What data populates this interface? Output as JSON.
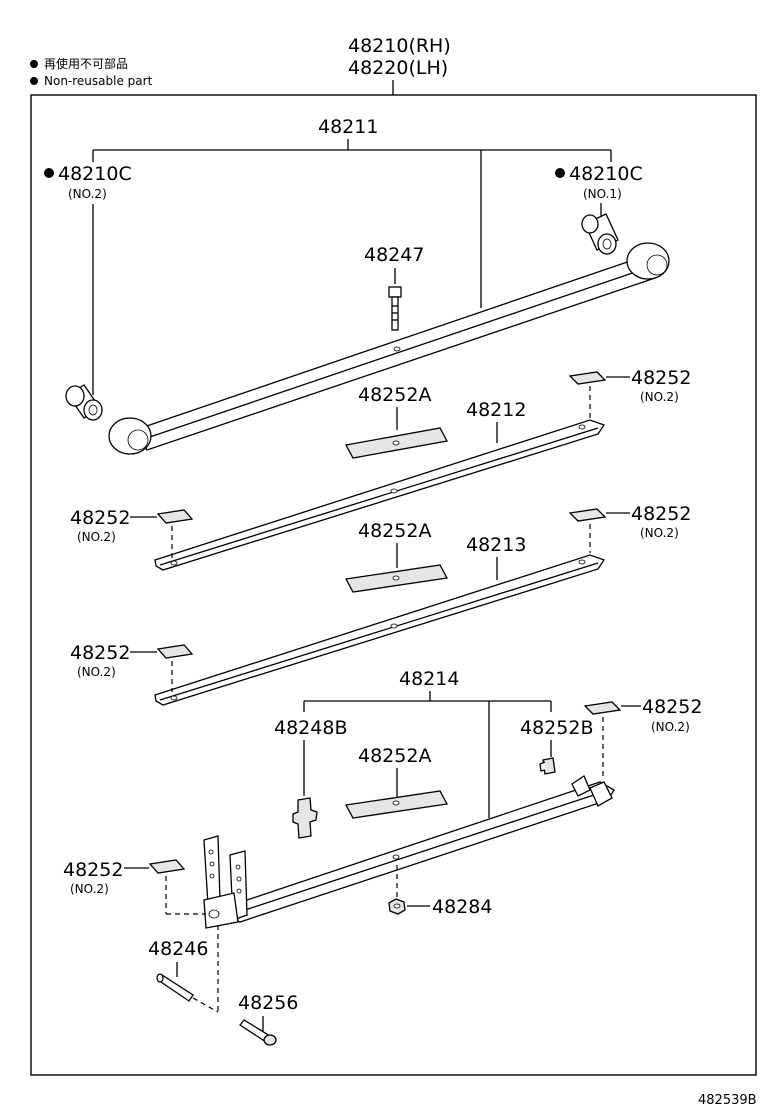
{
  "legend": {
    "item_jp": "再使用不可部品",
    "item_en": "Non-reusable part"
  },
  "assembly": {
    "rh": "48210(RH)",
    "lh": "48220(LH)"
  },
  "labels": {
    "spring_no1": "48211",
    "bushing_left": "48210C",
    "bushing_left_sub": "(NO.2)",
    "bushing_right": "48210C",
    "bushing_right_sub": "(NO.1)",
    "center_bolt": "48247",
    "liner_1": "48252A",
    "leaf_2": "48212",
    "pad_r1": "48252",
    "pad_r1_sub": "(NO.2)",
    "pad_l1": "48252",
    "pad_l1_sub": "(NO.2)",
    "liner_2": "48252A",
    "leaf_3": "48213",
    "pad_r2": "48252",
    "pad_r2_sub": "(NO.2)",
    "pad_l2": "48252",
    "pad_l2_sub": "(NO.2)",
    "leaf_4": "48214",
    "clip": "48248B",
    "clip_pad": "48252B",
    "liner_3": "48252A",
    "pad_r3": "48252",
    "pad_r3_sub": "(NO.2)",
    "pad_l3": "48252",
    "pad_l3_sub": "(NO.2)",
    "nut": "48284",
    "pin": "48246",
    "bolt": "48256"
  },
  "figure_code": "482539B"
}
